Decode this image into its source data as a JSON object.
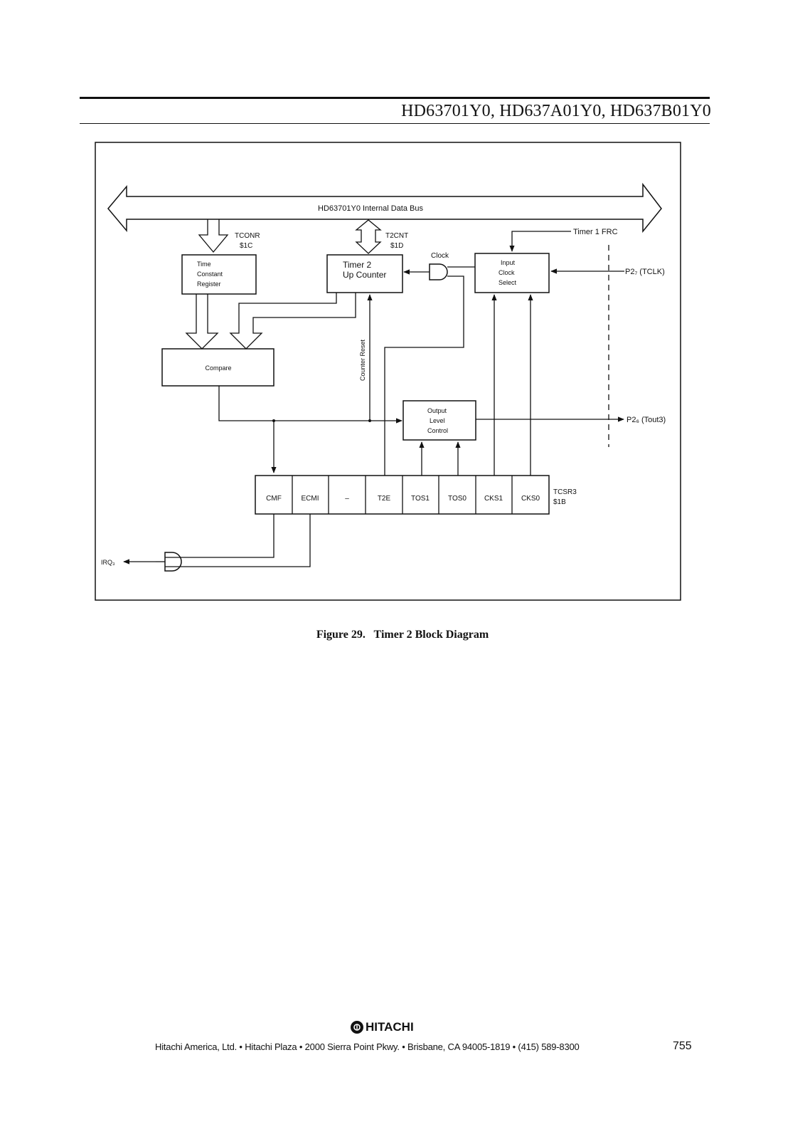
{
  "header": {
    "part_title": "HD63701Y0, HD637A01Y0, HD637B01Y0"
  },
  "diagram": {
    "bus_label": "HD63701Y0 Internal Data Bus",
    "tconr": {
      "name": "TCONR",
      "address": "$1C"
    },
    "t2cnt": {
      "name": "T2CNT",
      "address": "$1D"
    },
    "time_constant_register": [
      "Time",
      "Constant",
      "Register"
    ],
    "timer2_counter": [
      "Timer 2",
      "Up Counter"
    ],
    "clock_label": "Clock",
    "input_clock_select": [
      "Input",
      "Clock",
      "Select"
    ],
    "timer1_frc": "Timer 1 FRC",
    "p27_tclk": "P2₇ (TCLK)",
    "compare": "Compare",
    "counter_reset": "Counter Reset",
    "output_level_control": [
      "Output",
      "Level",
      "Control"
    ],
    "p26_tout3": "P2₆ (Tout3)",
    "tcsr3_bits": [
      "CMF",
      "ECMI",
      "–",
      "T2E",
      "TOS1",
      "TOS0",
      "CKS1",
      "CKS0"
    ],
    "tcsr3": {
      "name": "TCSR3",
      "address": "$1B"
    },
    "irq3": "IRQ₃"
  },
  "caption": "Figure 29.   Timer 2 Block Diagram",
  "footer": {
    "logo_text": "HITACHI",
    "address": "Hitachi America, Ltd. • Hitachi Plaza • 2000 Sierra Point Pkwy. • Brisbane, CA 94005-1819 • (415) 589-8300",
    "page_number": "755"
  },
  "colors": {
    "ink": "#111111",
    "paper": "#ffffff"
  }
}
